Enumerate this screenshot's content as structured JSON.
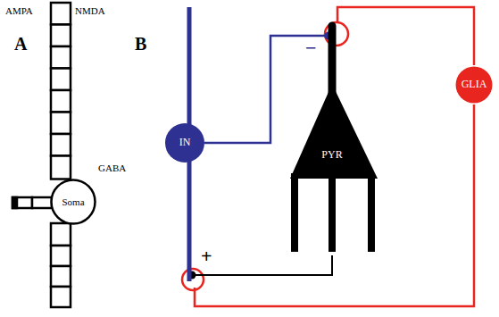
{
  "diagram": {
    "nodes": [
      {
        "text": [
          "Soma"
        ]
      },
      {
        "text": [
          "IN"
        ]
      },
      {
        "text": [
          "PYR"
        ]
      },
      {
        "text": [
          "GLIA"
        ]
      }
    ],
    "edges": [
      {
        "from": 1,
        "to": 2,
        "arrow": "none",
        "label": "−"
      },
      {
        "from": 2,
        "to": 1,
        "arrow": "none",
        "label": "+"
      },
      {
        "from": 3,
        "to": 2,
        "arrow": "none"
      },
      {
        "from": 3,
        "to": 1,
        "arrow": "none"
      }
    ],
    "labels": [
      "AMPA",
      "NMDA",
      "A",
      "B",
      "GABA"
    ]
  }
}
